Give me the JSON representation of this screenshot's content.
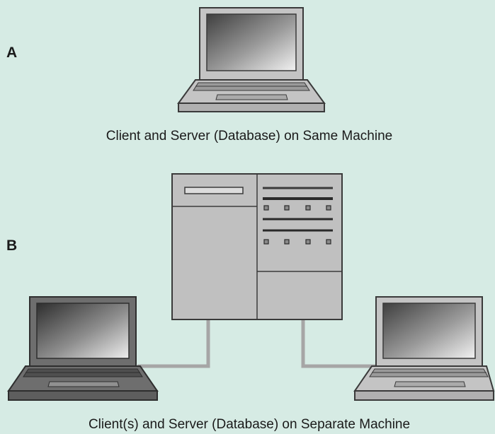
{
  "panel_a": {
    "label": "A",
    "caption": "Client and Server (Database) on Same Machine"
  },
  "panel_b": {
    "label": "B",
    "caption": "Client(s) and Server (Database) on Separate Machine"
  },
  "colors": {
    "background": "#d6ebe4",
    "device_fill": "#bfbfbf",
    "device_outline": "#3a3a3a",
    "dark_laptop": "#6b6b6b",
    "cable": "#a6a6a6"
  },
  "icons": [
    "laptop-icon",
    "server-cabinet-icon",
    "cable-connector"
  ]
}
